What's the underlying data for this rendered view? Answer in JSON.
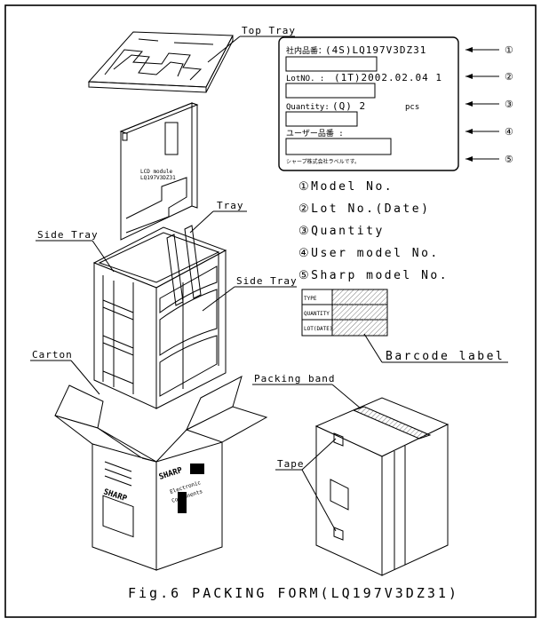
{
  "labels": {
    "top_tray": "Top Tray",
    "tray": "Tray",
    "side_tray_left": "Side Tray",
    "side_tray_right": "Side Tray",
    "carton": "Carton",
    "packing_band": "Packing band",
    "tape": "Tape",
    "barcode_label": "Barcode label"
  },
  "lcd_module": {
    "line1": "LCD module",
    "line2": "LQ197V3DZ31"
  },
  "label_card": {
    "row1_key": "社内品番：",
    "row1_value": "(4S)LQ197V3DZ31",
    "row2_key": "LotNO.  :",
    "row2_value": "(1T)2002.02.04  1",
    "row3_key": "Quantity:",
    "row3_value": "(Q)  2",
    "row3_unit": "pcs",
    "row4_key": "ユーザー品番  :",
    "footnote": "シャープ株式会社ラベルです。"
  },
  "arrow_numbers": [
    "①",
    "②",
    "③",
    "④",
    "⑤"
  ],
  "legend": [
    "①Model No.",
    "②Lot No.(Date)",
    "③Quantity",
    "④User model No.",
    "⑤Sharp model No."
  ],
  "barcode_rows": [
    "TYPE",
    "QUANTITY",
    "LOT(DATE)"
  ],
  "carton_print": {
    "brand": "SHARP",
    "brand_side": "SHARP",
    "line1": "Electronic",
    "line2": "Components"
  },
  "caption": "Fig.6  PACKING FORM(LQ197V3DZ31)"
}
